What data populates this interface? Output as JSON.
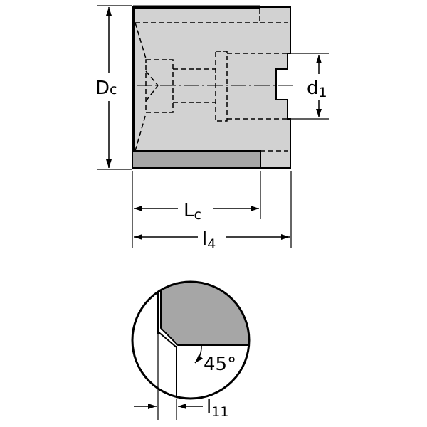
{
  "labels": {
    "dc_main": "D",
    "dc_sub": "c",
    "d1_main": "d",
    "d1_sub": "1",
    "lc_main": "L",
    "lc_sub": "c",
    "l4_main": "l",
    "l4_sub": "4",
    "angle": "45°",
    "l11_main": "l",
    "l11_sub": "11"
  },
  "colors": {
    "body_fill": "#d2d2d2",
    "insert_fill": "#a6a6a6",
    "line": "#000000"
  }
}
